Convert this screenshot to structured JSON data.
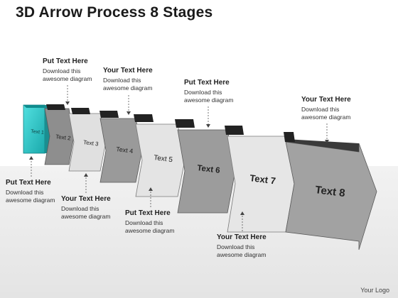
{
  "title": "3D Arrow Process 8 Stages",
  "stages": [
    {
      "label": "Text 1",
      "color": "#2fc7c9"
    },
    {
      "label": "Text 2",
      "color": "#8e8e8e"
    },
    {
      "label": "Text 3",
      "color": "#e0e0e0"
    },
    {
      "label": "Text 4",
      "color": "#9a9a9a"
    },
    {
      "label": "Text 5",
      "color": "#e4e4e4"
    },
    {
      "label": "Text 6",
      "color": "#9c9c9c"
    },
    {
      "label": "Text 7",
      "color": "#e6e6e6"
    },
    {
      "label": "Text 8",
      "color": "#a2a2a2"
    }
  ],
  "callouts": [
    {
      "heading": "Put Text Here",
      "body": "Download this awesome diagram"
    },
    {
      "heading": "Your Text Here",
      "body": "Download this awesome diagram"
    },
    {
      "heading": "Put Text Here",
      "body": "Download this awesome diagram"
    },
    {
      "heading": "Your Text Here",
      "body": "Download this awesome diagram"
    },
    {
      "heading": "Put Text Here",
      "body": "Download this awesome diagram"
    },
    {
      "heading": "Your Text Here",
      "body": "Download this awesome diagram"
    },
    {
      "heading": "Put Text Here",
      "body": "Download this awesome diagram"
    },
    {
      "heading": "Your Text Here",
      "body": "Download this awesome diagram"
    }
  ],
  "logo": "Your Logo"
}
